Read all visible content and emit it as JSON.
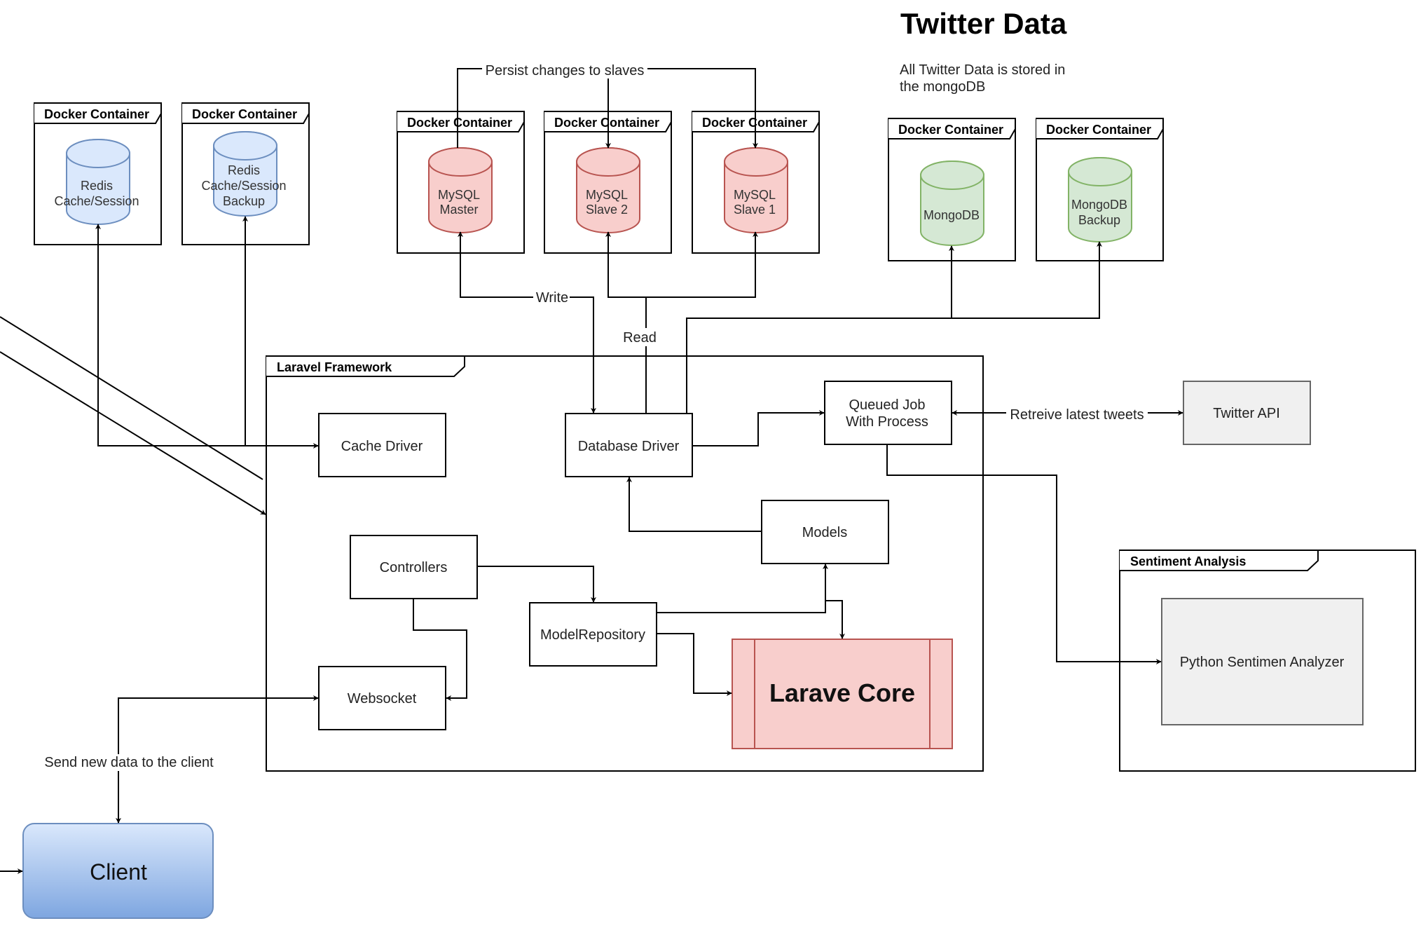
{
  "title": "Twitter Data",
  "note": [
    "All Twitter Data is stored in",
    "the mongoDB"
  ],
  "containers": {
    "redis": {
      "frame": "Docker Container",
      "label": [
        "Redis",
        "Cache/Session"
      ]
    },
    "redis_backup": {
      "frame": "Docker Container",
      "label": [
        "Redis",
        "Cache/Session",
        "Backup"
      ]
    },
    "mysql_master": {
      "frame": "Docker Container",
      "label": [
        "MySQL",
        "Master"
      ]
    },
    "mysql_slave2": {
      "frame": "Docker Container",
      "label": [
        "MySQL",
        "Slave 2"
      ]
    },
    "mysql_slave1": {
      "frame": "Docker Container",
      "label": [
        "MySQL",
        "Slave 1"
      ]
    },
    "mongodb": {
      "frame": "Docker Container",
      "label": [
        "MongoDB"
      ]
    },
    "mongodb_backup": {
      "frame": "Docker Container",
      "label": [
        "MongoDB",
        "Backup"
      ]
    }
  },
  "laravel": {
    "frame": "Laravel Framework",
    "cache_driver": "Cache Driver",
    "database_driver": "Database Driver",
    "queued_job": [
      "Queued Job",
      "With Process"
    ],
    "models": "Models",
    "controllers": "Controllers",
    "model_repository": "ModelRepository",
    "websocket": "Websocket",
    "core": "Larave Core"
  },
  "twitter_api": "Twitter API",
  "sentiment": {
    "frame": "Sentiment Analysis",
    "analyzer": "Python Sentimen Analyzer"
  },
  "client": "Client",
  "edges": {
    "persist": "Persist changes to slaves",
    "write": "Write",
    "read": "Read",
    "retrieve": "Retreive latest tweets",
    "send": "Send new  data to the client"
  },
  "colors": {
    "redis_fill": "#dae8fc",
    "redis_stroke": "#6c8ebf",
    "mysql_fill": "#f8cecc",
    "mysql_stroke": "#b85450",
    "mongo_fill": "#d5e8d4",
    "mongo_stroke": "#82b366",
    "grey_fill": "#f0f0f0",
    "grey_stroke": "#666666",
    "client_top": "#dae8fc",
    "client_bottom": "#7ea6e0"
  }
}
